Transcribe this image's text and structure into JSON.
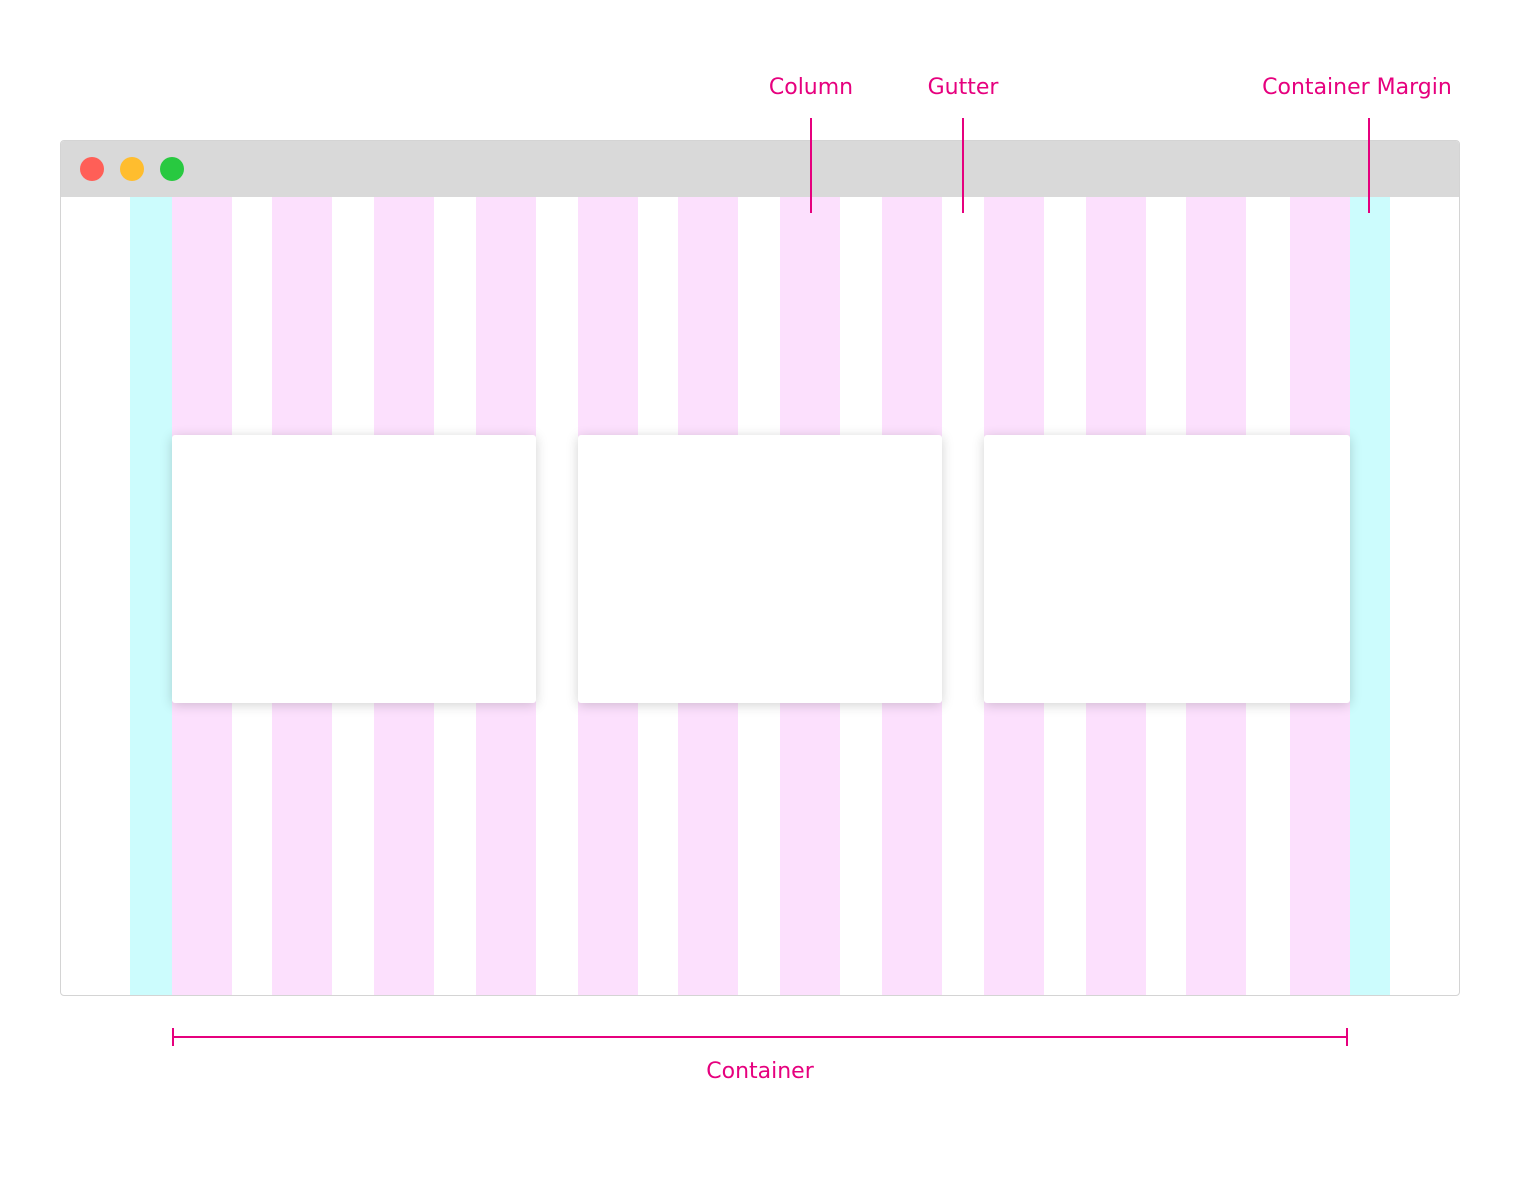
{
  "labels": {
    "column": "Column",
    "gutter": "Gutter",
    "container_margin": "Container Margin",
    "container": "Container"
  },
  "window": {
    "controls": [
      "close",
      "minimize",
      "maximize"
    ]
  },
  "colors": {
    "accent": "#e6007e",
    "column": "#fce0fd",
    "margin": "#ccfcfd",
    "titlebar": "#d9d9d9",
    "close": "#ff5f57",
    "minimize": "#ffbd2e",
    "maximize": "#28c940"
  },
  "grid": {
    "columns": 12,
    "cards": 3
  }
}
